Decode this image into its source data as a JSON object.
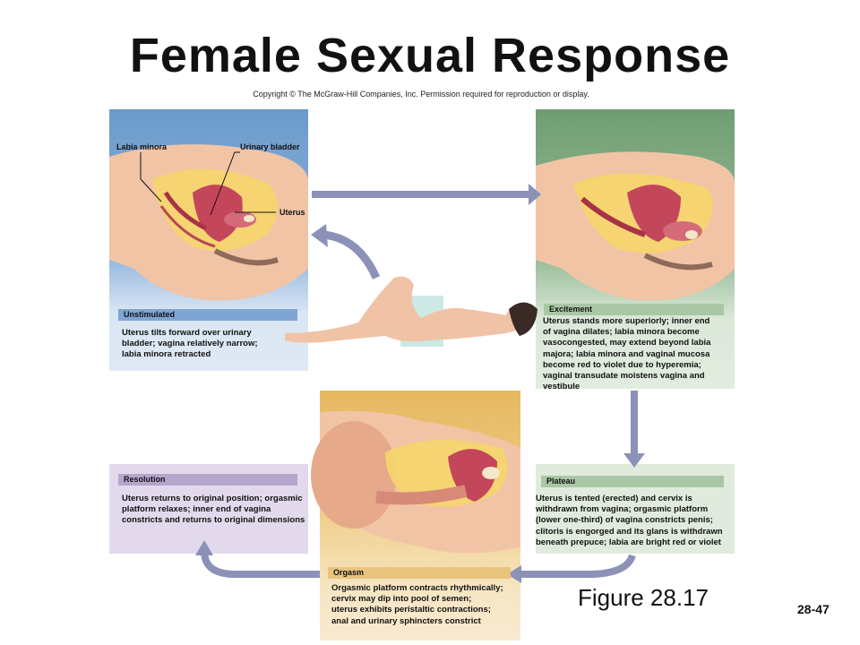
{
  "title": "Female Sexual Response",
  "copyright": "Copyright © The McGraw-Hill Companies, Inc. Permission required for reproduction or display.",
  "anatomy_labels": {
    "labia_minora": "Labia minora",
    "urinary_bladder": "Urinary bladder",
    "uterus": "Uterus"
  },
  "phases": {
    "unstimulated": {
      "label": "Unstimulated",
      "lines": [
        "Uterus tilts forward over urinary",
        "bladder; vagina relatively narrow;",
        "labia minora retracted"
      ]
    },
    "excitement": {
      "label": "Excitement",
      "lines": [
        "Uterus stands more superiorly; inner end",
        "of vagina dilates; labia minora become",
        "vasocongested, may extend beyond labia",
        "majora; labia minora and vaginal mucosa",
        "become red to violet due to hyperemia;",
        "vaginal transudate moistens vagina and",
        "vestibule"
      ]
    },
    "plateau": {
      "label": "Plateau",
      "lines": [
        "Uterus is tented (erected) and cervix is",
        "withdrawn from vagina; orgasmic platform",
        "(lower one-third) of vagina constricts penis;",
        "clitoris is engorged and its glans is withdrawn",
        "beneath prepuce; labia are bright red or violet"
      ]
    },
    "orgasm": {
      "label": "Orgasm",
      "lines": [
        "Orgasmic platform contracts rhythmically;",
        "cervix may dip into pool of semen;",
        "uterus exhibits peristaltic contractions;",
        "anal and urinary sphincters constrict"
      ]
    },
    "resolution": {
      "label": "Resolution",
      "lines": [
        "Uterus returns to original position; orgasmic",
        "platform relaxes; inner end of vagina",
        "constricts and returns to original dimensions"
      ]
    }
  },
  "figure_label": "Figure 28.17",
  "page_number": "28-47",
  "colors": {
    "unstimulated": "#7ea5d4",
    "excitement": "#a9c7a5",
    "orgasm": "#e8c47e",
    "resolution": "#b6a6cd",
    "arrow": "#8c91b8"
  }
}
